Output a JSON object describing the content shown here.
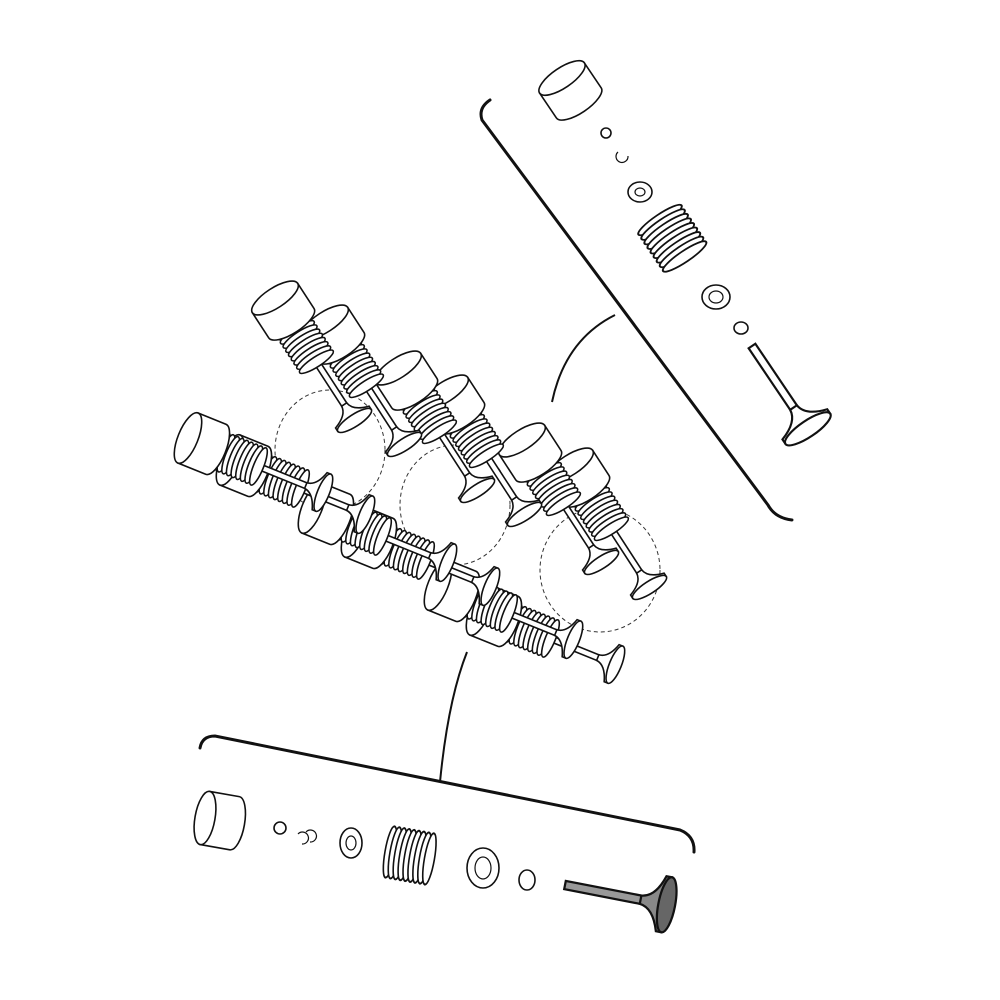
{
  "diagram": {
    "type": "exploded-view",
    "subject": "valve-train-assembly",
    "colors": {
      "line": "#111111",
      "background": "#ffffff",
      "valve_head_highlight": "#777777"
    },
    "views": [
      "main-assembly",
      "detail-upper-right",
      "detail-bottom"
    ]
  }
}
